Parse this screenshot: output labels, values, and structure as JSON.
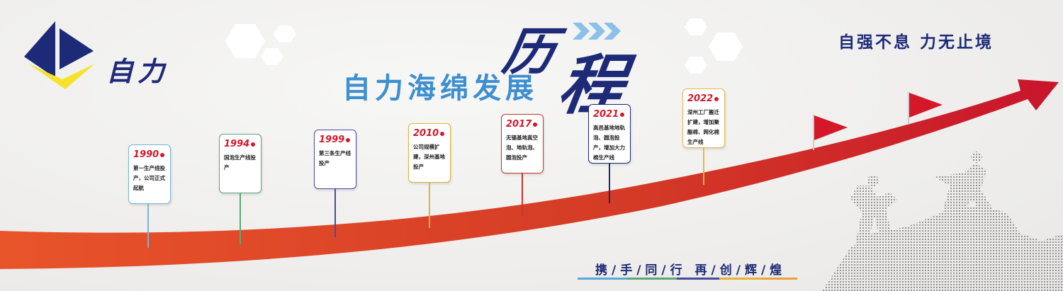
{
  "brand": {
    "name": "自力"
  },
  "title": {
    "main": "自力海绵发展",
    "calli_1": "历",
    "calli_2": "程"
  },
  "slogans": {
    "top": "自强不息 力无止境",
    "bottom": "携/手/同/行 再/创/辉/煌"
  },
  "colors": {
    "navy": "#1d2a78",
    "blue": "#3d8fcf",
    "red": "#d4182a",
    "yellow": "#f5e22d"
  },
  "milestones": [
    {
      "year": "1990",
      "desc": "第一生产线投产，公司正式起航",
      "color": "#7ab3d6"
    },
    {
      "year": "1994",
      "desc": "国泡生产线投产",
      "color": "#5aa87a"
    },
    {
      "year": "1999",
      "desc": "第三条生产线投产",
      "color": "#4a4aa0"
    },
    {
      "year": "2010",
      "desc": "公司规模扩建，深州基地投产",
      "color": "#e2b23a"
    },
    {
      "year": "2017",
      "desc": "无锡基地真空泡、地轨泡、圆泡投产",
      "color": "#c0392b"
    },
    {
      "year": "2021",
      "desc": "高邑基地地轨泡、圆泡投产，增加大力棉生产线",
      "color": "#1d2a78"
    },
    {
      "year": "2022",
      "desc": "深州工厂搬迁扩建，增加聚酯棉、网化棉生产线",
      "color": "#e8b54a"
    }
  ]
}
